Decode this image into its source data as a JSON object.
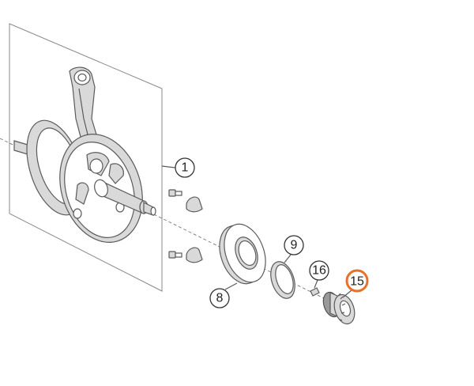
{
  "callouts": [
    {
      "id": "c1",
      "label": "1",
      "highlighted": false
    },
    {
      "id": "c8",
      "label": "8",
      "highlighted": false
    },
    {
      "id": "c9",
      "label": "9",
      "highlighted": false
    },
    {
      "id": "c16",
      "label": "16",
      "highlighted": false
    },
    {
      "id": "c15",
      "label": "15",
      "highlighted": true
    }
  ],
  "colors": {
    "highlight": "#e8702a",
    "line": "#5a5a5a"
  }
}
